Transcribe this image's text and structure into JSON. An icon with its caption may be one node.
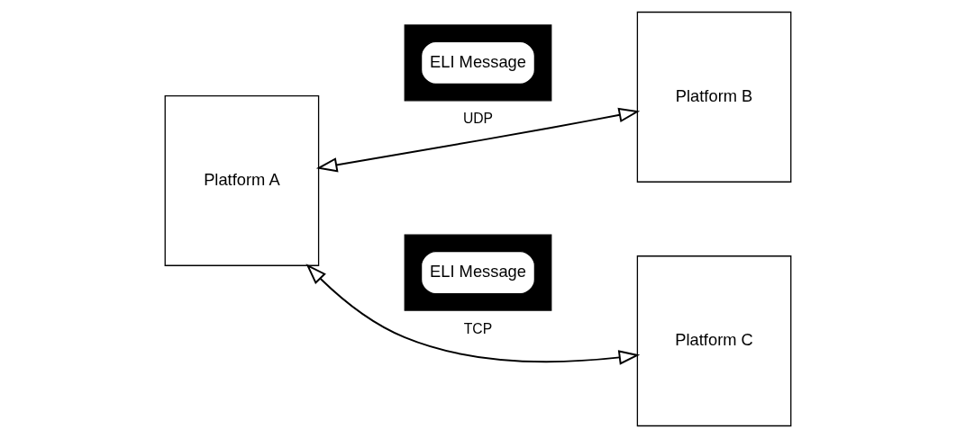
{
  "diagram": {
    "nodes": [
      {
        "text": [
          "Platform A"
        ]
      },
      {
        "text": [],
        "shape": "box"
      },
      {
        "text": [
          "ELI Message"
        ],
        "in": 1
      },
      {
        "text": [
          "Platform B"
        ]
      },
      {
        "text": [],
        "shape": "box"
      },
      {
        "text": [
          "ELI Message"
        ],
        "in": 4
      },
      {
        "text": [
          "Platform C"
        ]
      }
    ],
    "edges": [
      {
        "from": 0,
        "to": 3,
        "arrow": "both",
        "label": "UDP"
      },
      {
        "from": 0,
        "to": 6,
        "arrow": "both",
        "label": "TCP"
      }
    ]
  }
}
